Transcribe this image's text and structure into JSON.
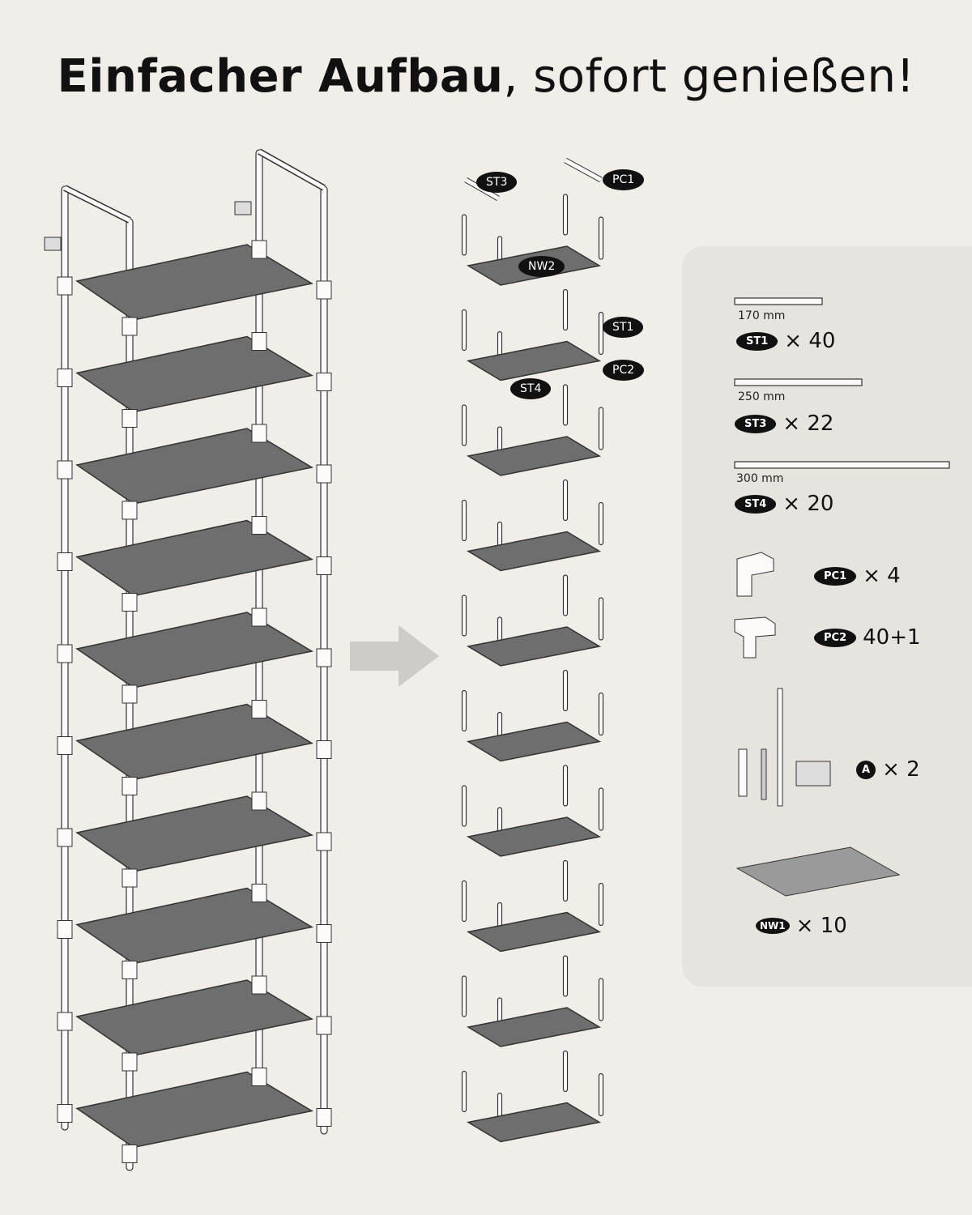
{
  "title": {
    "bold": "Einfacher Aufbau",
    "rest": ", sofort genießen!"
  },
  "callouts": {
    "st3": "ST3",
    "pc1": "PC1",
    "nw2": "NW2",
    "st1": "ST1",
    "pc2": "PC2",
    "st4": "ST4"
  },
  "parts": [
    {
      "length": "170 mm",
      "tag": "ST1",
      "qty": "× 40"
    },
    {
      "length": "250 mm",
      "tag": "ST3",
      "qty": "× 22"
    },
    {
      "length": "300 mm",
      "tag": "ST4",
      "qty": "× 20"
    },
    {
      "tag": "PC1",
      "qty": "× 4"
    },
    {
      "tag": "PC2",
      "qty": "40+1"
    },
    {
      "tag": "A",
      "qty": "× 2"
    },
    {
      "tag": "NW1",
      "qty": "× 10"
    }
  ],
  "shelf_count": 10,
  "colors": {
    "background": "#f1eeea",
    "panel": "#e7e3df",
    "fabric": "#6e6e6e",
    "arrow": "#cfcbc6"
  }
}
